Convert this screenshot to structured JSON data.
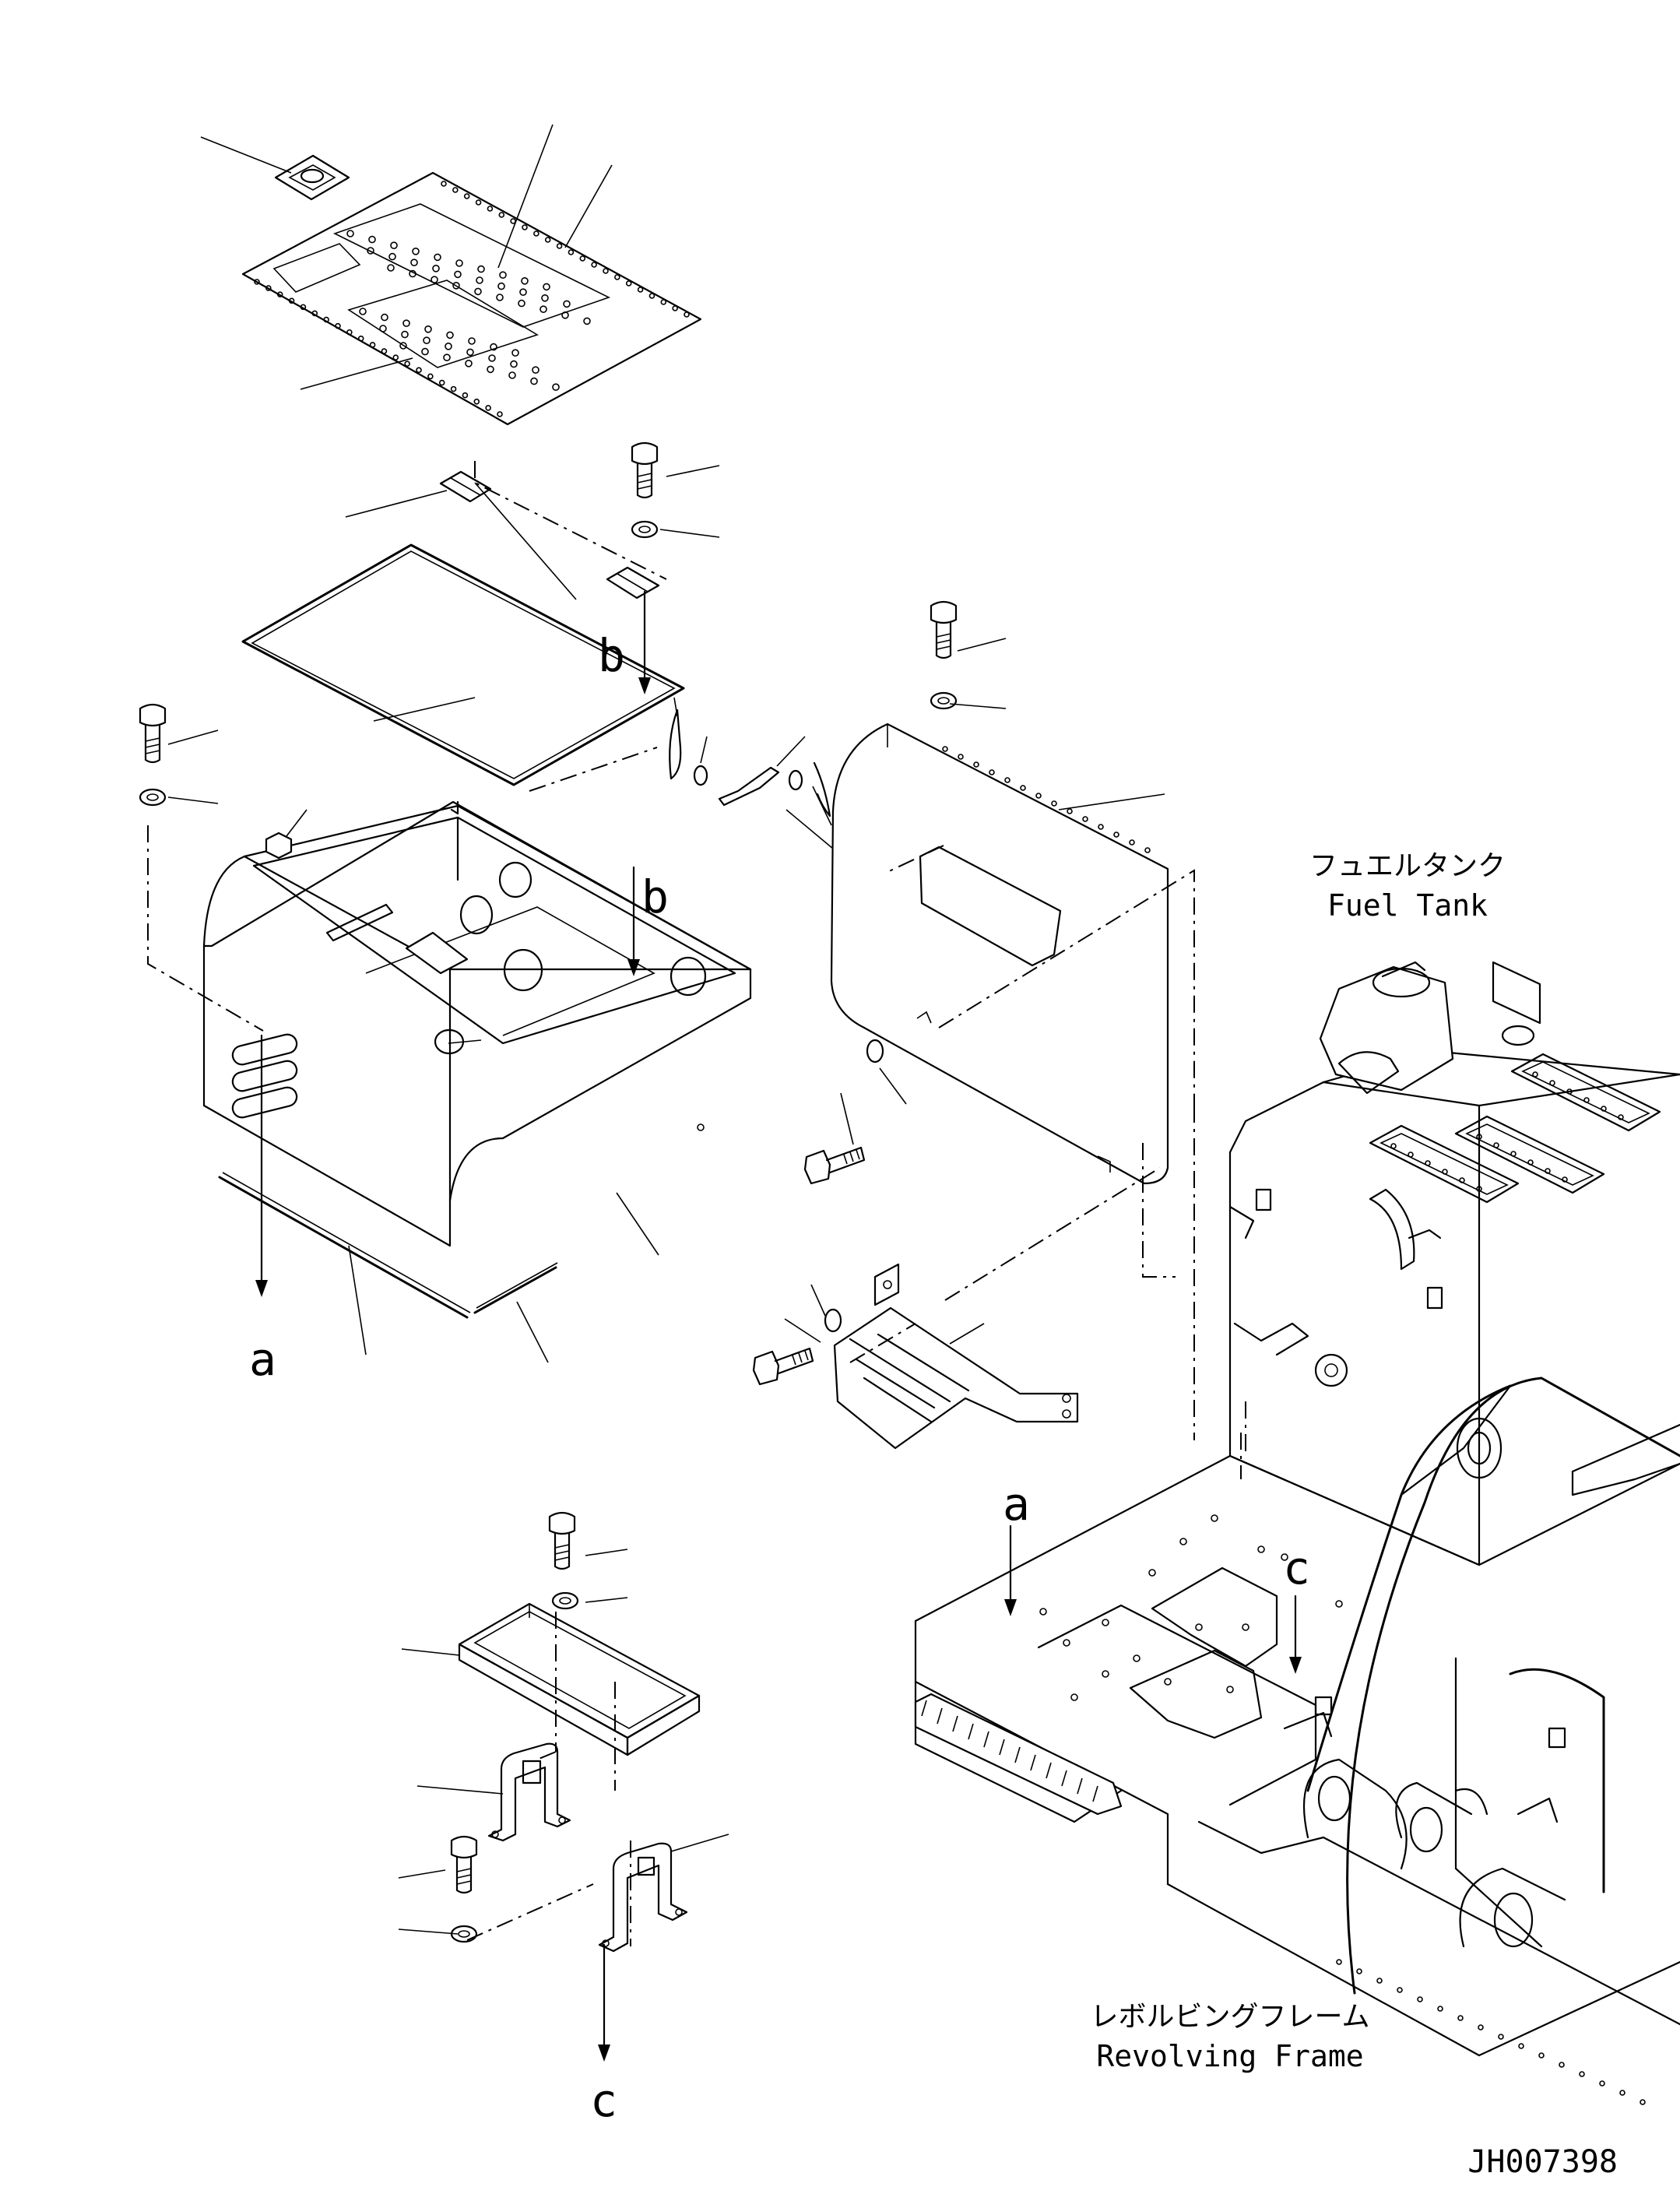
{
  "diagram": {
    "callout_letters": {
      "a_top": "a",
      "a_bottom": "a",
      "b_top": "b",
      "b_bottom": "b",
      "c_top": "c",
      "c_bottom": "c"
    },
    "labels": {
      "fuel_tank_jp": "フュエルタンク",
      "fuel_tank_en": "Fuel Tank",
      "revolving_frame_jp": "レボルビングフレーム",
      "revolving_frame_en": "Revolving Frame"
    },
    "drawing_number": "JH007398"
  }
}
